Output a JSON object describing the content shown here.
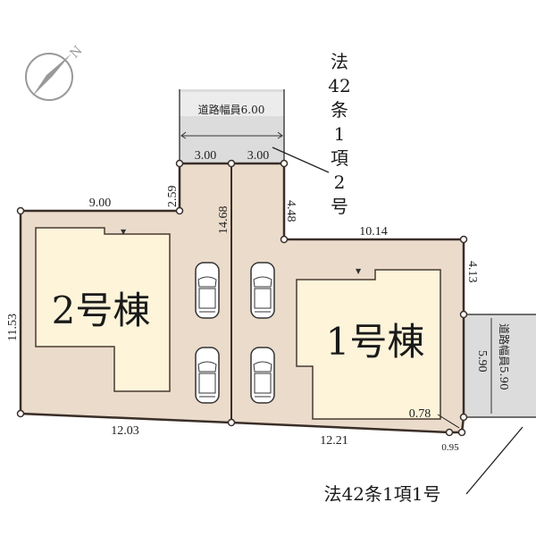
{
  "compass": {
    "icon": "north-arrow-icon",
    "label": "N"
  },
  "roads": {
    "north": {
      "label": "道路幅員6.00",
      "law": [
        "法",
        "42",
        "条",
        "1",
        "項",
        "2",
        "号"
      ]
    },
    "east": {
      "label": "道路幅員5.90",
      "law": "法42条1項1号"
    }
  },
  "lots": [
    {
      "name": "2号棟"
    },
    {
      "name": "1号棟"
    }
  ],
  "dimensions": {
    "top_left": "9.00",
    "left_notch": "2.59",
    "top_a": "3.00",
    "top_b": "3.00",
    "center": "14.68",
    "right_notch": "4.48",
    "top_right": "10.14",
    "right_upper": "4.13",
    "left": "11.53",
    "bottom_left": "12.03",
    "bottom_right": "12.21",
    "right_lower": "5.90",
    "corner_a": "0.78",
    "corner_b": "0.95"
  },
  "colors": {
    "lot": "#eadbcb",
    "house": "#fdf4da",
    "road": "#d9d9d9",
    "line": "#3a2e28"
  }
}
